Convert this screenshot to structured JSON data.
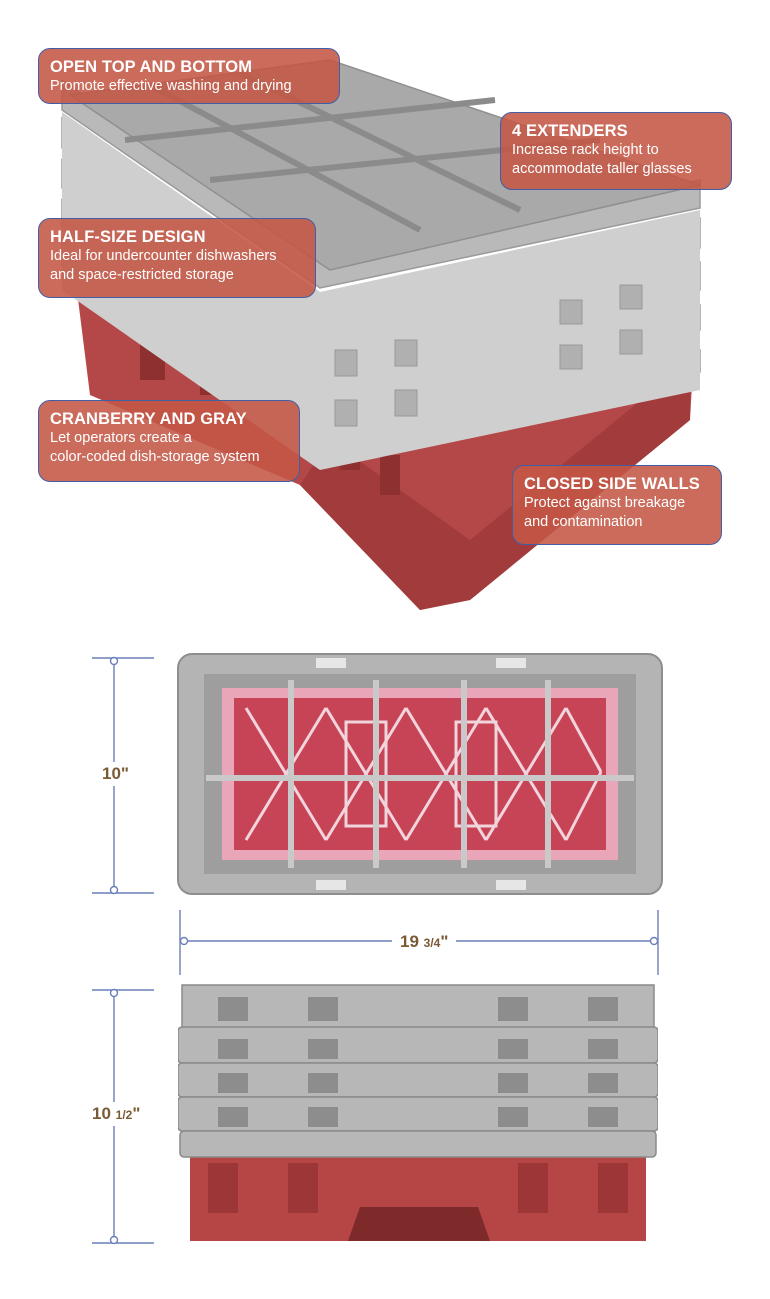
{
  "callouts": [
    {
      "title": "OPEN TOP AND BOTTOM",
      "desc": "Promote effective washing and drying"
    },
    {
      "title": "4 EXTENDERS",
      "desc": "Increase rack height to\naccommodate taller glasses"
    },
    {
      "title": "HALF-SIZE DESIGN",
      "desc": "Ideal for undercounter dishwashers\nand space-restricted storage"
    },
    {
      "title": "CRANBERRY AND GRAY",
      "desc": "Let operators create a\ncolor-coded dish-storage system"
    },
    {
      "title": "CLOSED SIDE WALLS",
      "desc": "Protect against breakage\nand contamination"
    }
  ],
  "dimensions": {
    "width_whole": "10\"",
    "length_whole": "19",
    "length_frac": "3/4",
    "length_unit": "\"",
    "height_whole": "10",
    "height_frac": "1/2",
    "height_unit": "\""
  },
  "colors": {
    "cranberry": "#b84a4a",
    "gray": "#b5b5b5",
    "callout_fill": "#c45646",
    "callout_border": "#3f5fa6",
    "dimension_text": "#7a5a34"
  }
}
